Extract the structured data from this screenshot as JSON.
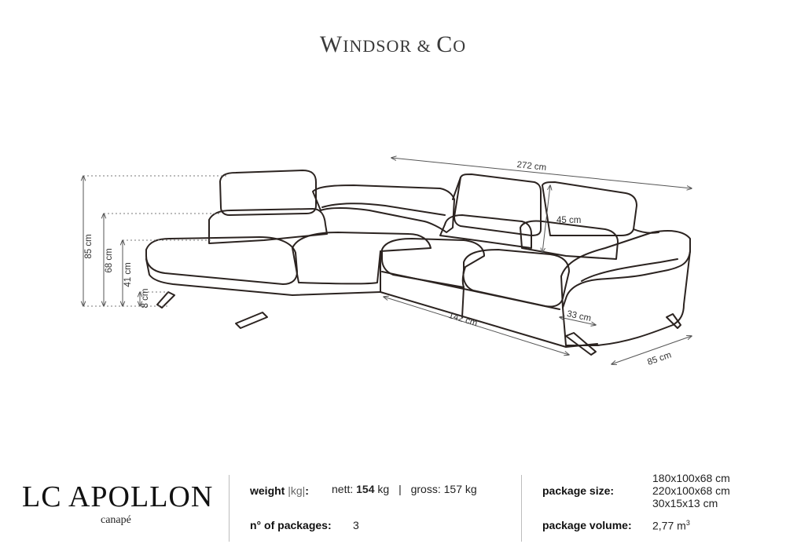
{
  "brand": {
    "first_big": "W",
    "first_small": "INDSOR",
    "amp": " & ",
    "second_big": "C",
    "second_small": "O"
  },
  "dimensions": {
    "width_total": "272 cm",
    "height_total": "85 cm",
    "height_back": "68 cm",
    "height_seat": "41 cm",
    "height_leg": "8 cm",
    "headrest": "45 cm",
    "chaise_depth": "142 cm",
    "arm_width": "33 cm",
    "depth": "85 cm"
  },
  "product": {
    "name": "LC APOLLON",
    "type": "canapé"
  },
  "weight": {
    "label_main": "weight",
    "label_unit": "|kg|",
    "label_colon": ":",
    "nett_label": "nett:",
    "nett_value": "154",
    "nett_unit": "kg",
    "separator": "|",
    "gross_label": "gross:",
    "gross_value": "157 kg"
  },
  "packages": {
    "label": "n° of packages:",
    "value": "3"
  },
  "package_size": {
    "label": "package size:",
    "values": [
      "180x100x68 cm",
      "220x100x68 cm",
      "30x15x13 cm"
    ]
  },
  "package_volume": {
    "label": "package volume:",
    "value": "2,77 m",
    "unit_sup": "3"
  },
  "colors": {
    "line": "#2b2320",
    "dim": "#555555",
    "divider": "#bdbdbd"
  }
}
